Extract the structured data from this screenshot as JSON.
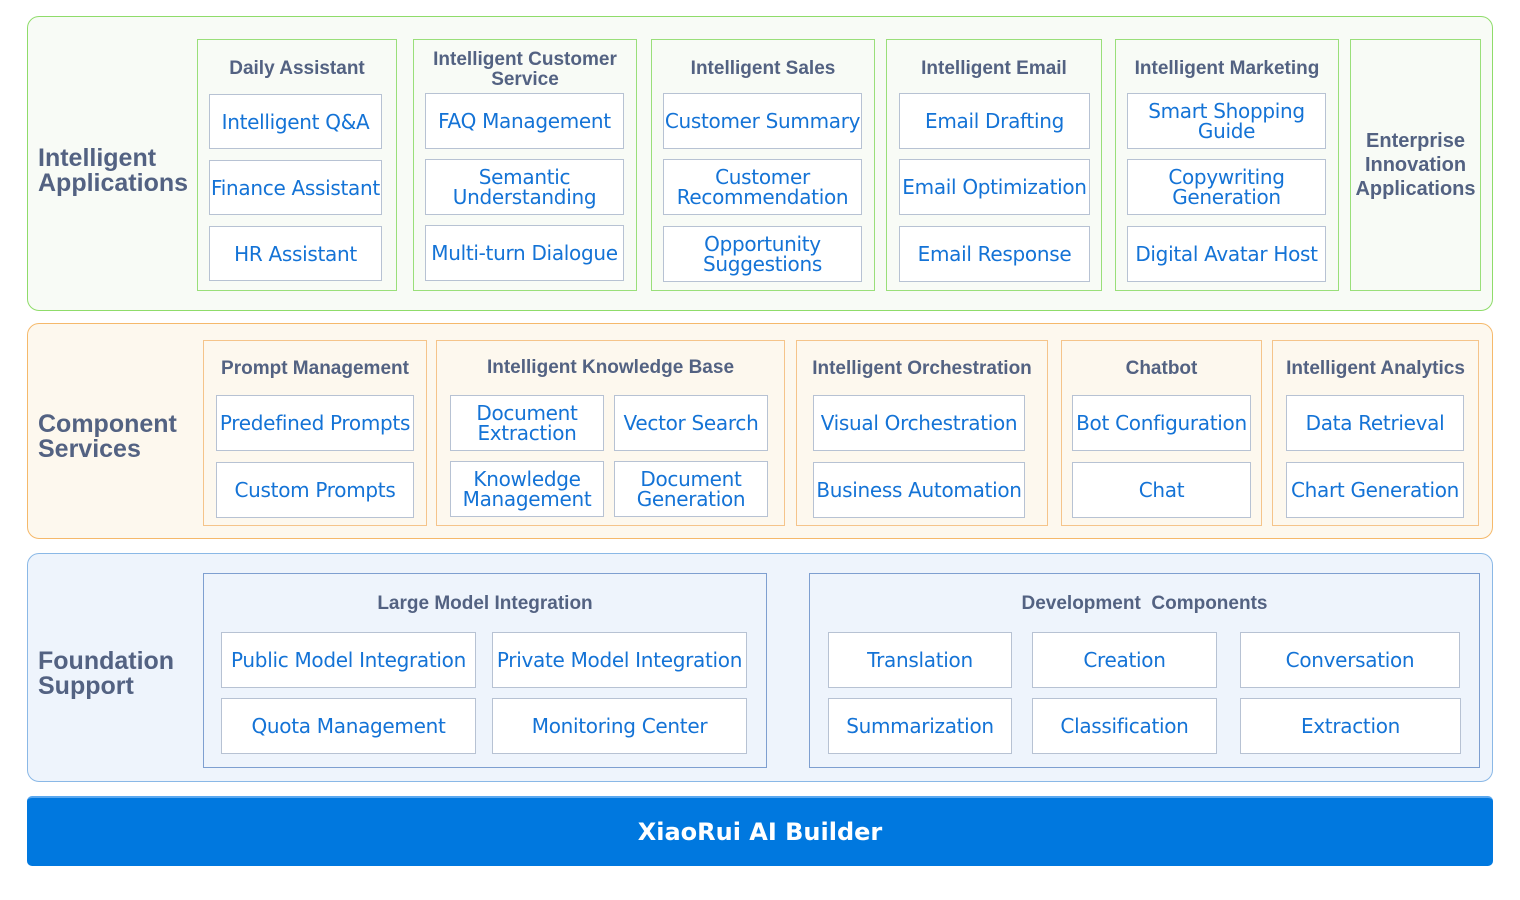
{
  "layers": {
    "applications": {
      "title_line1": "Intelligent",
      "title_line2": "Applications",
      "groups": [
        {
          "title": "Daily Assistant",
          "items": [
            "Intelligent Q&A",
            "Finance Assistant",
            "HR Assistant"
          ]
        },
        {
          "title_line1": "Intelligent Customer",
          "title_line2": "Service",
          "items": [
            "FAQ Management",
            [
              "Semantic",
              "Understanding"
            ],
            "Multi-turn Dialogue"
          ]
        },
        {
          "title": "Intelligent Sales",
          "items": [
            "Customer Summary",
            [
              "Customer",
              "Recommendation"
            ],
            [
              "Opportunity",
              "Suggestions"
            ]
          ]
        },
        {
          "title": "Intelligent Email",
          "items": [
            "Email Drafting",
            "Email Optimization",
            "Email Response"
          ]
        },
        {
          "title": "Intelligent Marketing",
          "items": [
            [
              "Smart Shopping",
              "Guide"
            ],
            [
              "Copywriting",
              "Generation"
            ],
            "Digital Avatar Host"
          ]
        },
        {
          "title_lines": [
            "Enterprise",
            "Innovation",
            "Applications"
          ]
        }
      ]
    },
    "components": {
      "title_line1": "Component",
      "title_line2": "Services",
      "groups": [
        {
          "title": "Prompt Management",
          "items": [
            "Predefined Prompts",
            "Custom Prompts"
          ]
        },
        {
          "title": "Intelligent Knowledge Base",
          "items": [
            [
              "Document",
              "Extraction"
            ],
            "Vector Search",
            [
              "Knowledge",
              "Management"
            ],
            [
              "Document",
              "Generation"
            ]
          ]
        },
        {
          "title": "Intelligent Orchestration",
          "items": [
            "Visual Orchestration",
            "Business Automation"
          ]
        },
        {
          "title": "Chatbot",
          "items": [
            "Bot Configuration",
            "Chat"
          ]
        },
        {
          "title": "Intelligent Analytics",
          "items": [
            "Data Retrieval",
            "Chart Generation"
          ]
        }
      ]
    },
    "foundation": {
      "title_line1": "Foundation",
      "title_line2": "Support",
      "groups": [
        {
          "title": "Large Model Integration",
          "items": [
            "Public Model Integration",
            "Private Model Integration",
            "Quota Management",
            "Monitoring Center"
          ]
        },
        {
          "title": "Development  Components",
          "items": [
            "Translation",
            "Creation",
            "Conversation",
            "Summarization",
            "Classification",
            "Extraction"
          ]
        }
      ]
    }
  },
  "base": {
    "label": "XiaoRui AI Builder"
  },
  "colors": {
    "applications_border": "#8fdc6a",
    "components_border": "#f5b96b",
    "foundation_border": "#8ab8e6",
    "item_text": "#1473d6",
    "heading_text": "#536282",
    "base_background": "#0078df"
  }
}
